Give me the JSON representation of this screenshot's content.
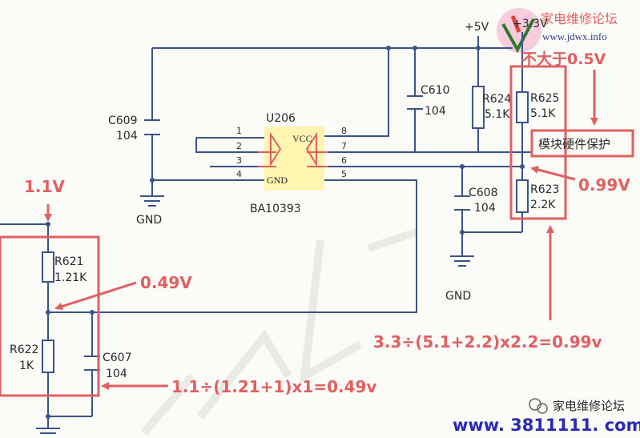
{
  "colors": {
    "wire": "#3a5488",
    "ink": "#2a2a2a",
    "red": "#e06060",
    "chip_highlight": "#fff4b0",
    "watermark_url": "#2a2ab5"
  },
  "watermark": {
    "site_name": "家电维修论坛",
    "site_url": "www.jdwx.info",
    "bottom_forum": "家电维修论坛",
    "bottom_url": "www. 3811111. com"
  },
  "chip": {
    "ref": "U206",
    "part": "BA10393",
    "vcc": "VCC",
    "gnd": "GND",
    "pins_left": [
      "1",
      "2",
      "3",
      "4"
    ],
    "pins_right": [
      "8",
      "7",
      "6",
      "5"
    ]
  },
  "power": {
    "p5v": "+5V",
    "p3v3": "+3.3V"
  },
  "components": {
    "c609": {
      "ref": "C609",
      "value": "104"
    },
    "c610": {
      "ref": "C610",
      "value": "104"
    },
    "r624": {
      "ref": "R624",
      "value": "5.1K"
    },
    "r625": {
      "ref": "R625",
      "value": "5.1K"
    },
    "r623": {
      "ref": "R623",
      "value": "2.2K"
    },
    "c608": {
      "ref": "C608",
      "value": "104"
    },
    "r621": {
      "ref": "R621",
      "value": "1.21K"
    },
    "r622": {
      "ref": "R622",
      "value": "1K"
    },
    "c607": {
      "ref": "C607",
      "value": "104"
    }
  },
  "grounds": {
    "gnd_left": "GND",
    "gnd_right": "GND"
  },
  "annotations": {
    "v_1_1": "1.1V",
    "v_0_49": "0.49V",
    "v_0_99": "0.99V",
    "max_0_5": "不大于0.5V",
    "module_protect": "模块硬件保护",
    "formula_099": "3.3÷(5.1+2.2)x2.2=0.99v",
    "formula_049": "1.1÷(1.21+1)x1=0.49v"
  }
}
